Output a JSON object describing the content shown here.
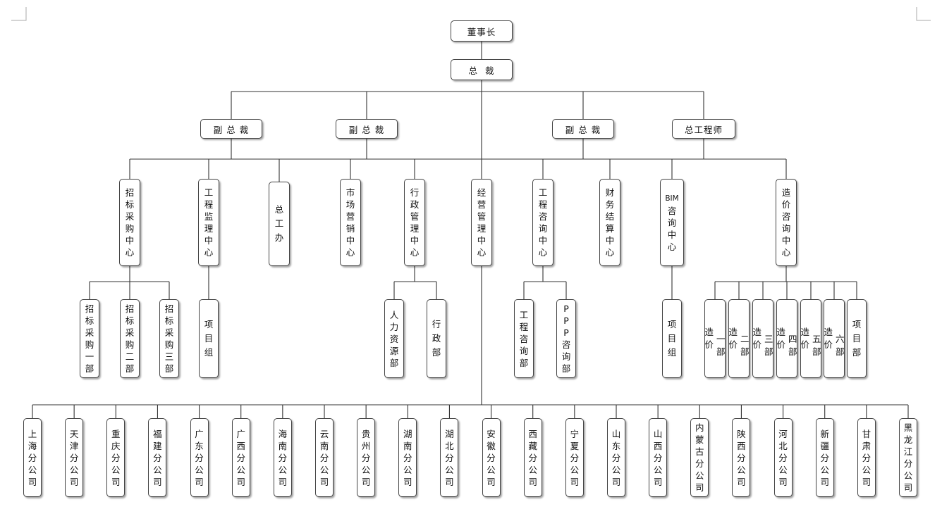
{
  "chairman": "董事长",
  "president": "总  裁",
  "vp1": "副 总 裁",
  "vp2": "副 总 裁",
  "vp3": "副 总 裁",
  "chief_engineer": "总工程师",
  "centers": {
    "bidding": "招标采购中心",
    "supervision": "工程监理中心",
    "engineering_office": "总工办",
    "marketing": "市场营销中心",
    "admin": "行政管理中心",
    "operations": "经营管理中心",
    "consulting": "工程咨询中心",
    "finance": "财务结算中心",
    "bim": "BIM咨询中心",
    "cost": "造价咨询中心"
  },
  "bidding_depts": [
    "招标采购一部",
    "招标采购二部",
    "招标采购三部"
  ],
  "supervision_group": "项目组",
  "admin_depts": [
    "人力资源部",
    "行政部"
  ],
  "consulting_depts": [
    "工程咨询部",
    "PPP咨询部"
  ],
  "bim_group": "项目组",
  "cost_depts": [
    "造价一部",
    "造价二部",
    "造价三部",
    "造价四部",
    "造价五部",
    "造价六部",
    "项目部"
  ],
  "branches": [
    "上海分公司",
    "天津分公司",
    "重庆分公司",
    "福建分公司",
    "广东分公司",
    "广西分公司",
    "海南分公司",
    "云南分公司",
    "贵州分公司",
    "湖南分公司",
    "湖北分公司",
    "安徽分公司",
    "西藏分公司",
    "宁夏分公司",
    "山东分公司",
    "山西分公司",
    "内蒙古分公司",
    "陕西分公司",
    "河北分公司",
    "新疆分公司",
    "甘肃分公司",
    "黑龙江分公司"
  ]
}
